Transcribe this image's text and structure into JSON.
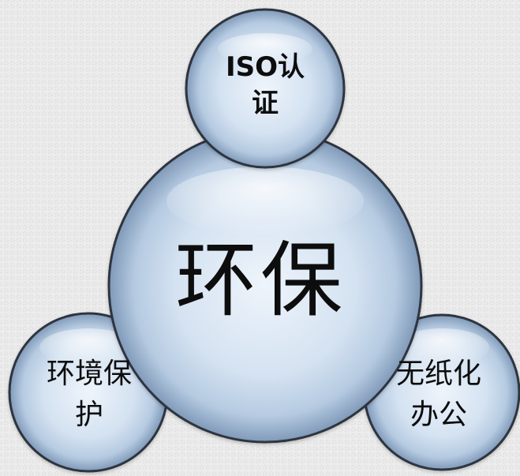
{
  "diagram": {
    "center": {
      "label": "环保"
    },
    "top": {
      "line1": "ISO认",
      "line2": "证"
    },
    "left": {
      "line1": "环境保",
      "line2": "护"
    },
    "right": {
      "line1": "无纸化",
      "line2": "办公"
    },
    "colors": {
      "background": "#ececec",
      "bubble_fill": "#b9cde3",
      "bubble_edge": "#2f3440",
      "text": "#0d0d0d"
    }
  }
}
